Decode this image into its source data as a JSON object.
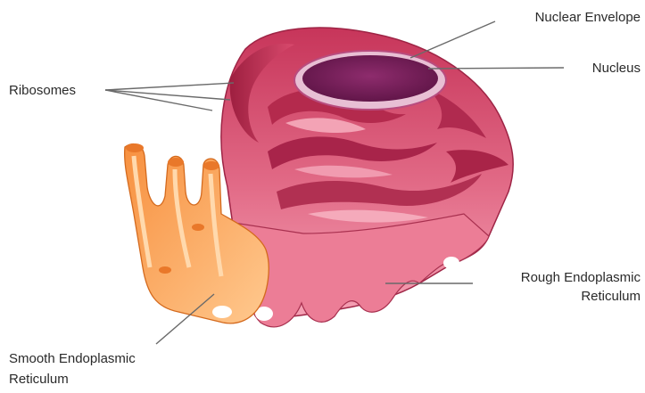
{
  "labels": {
    "nuclear_envelope": "Nuclear Envelope",
    "nucleus": "Nucleus",
    "ribosomes": "Ribosomes",
    "rough_er_line1": "Rough Endoplasmic",
    "rough_er_line2": "Reticulum",
    "smooth_er_line1": "Smooth Endoplasmic",
    "smooth_er_line2": "Reticulum"
  },
  "colors": {
    "rough_er": "#e0607e",
    "rough_er_dark": "#b52a4c",
    "rough_er_light": "#f39aae",
    "smooth_er": "#f8a35a",
    "smooth_er_light": "#ffd3a3",
    "nucleus": "#7a1f5c",
    "nucleus_rim": "#e7bcd3"
  }
}
